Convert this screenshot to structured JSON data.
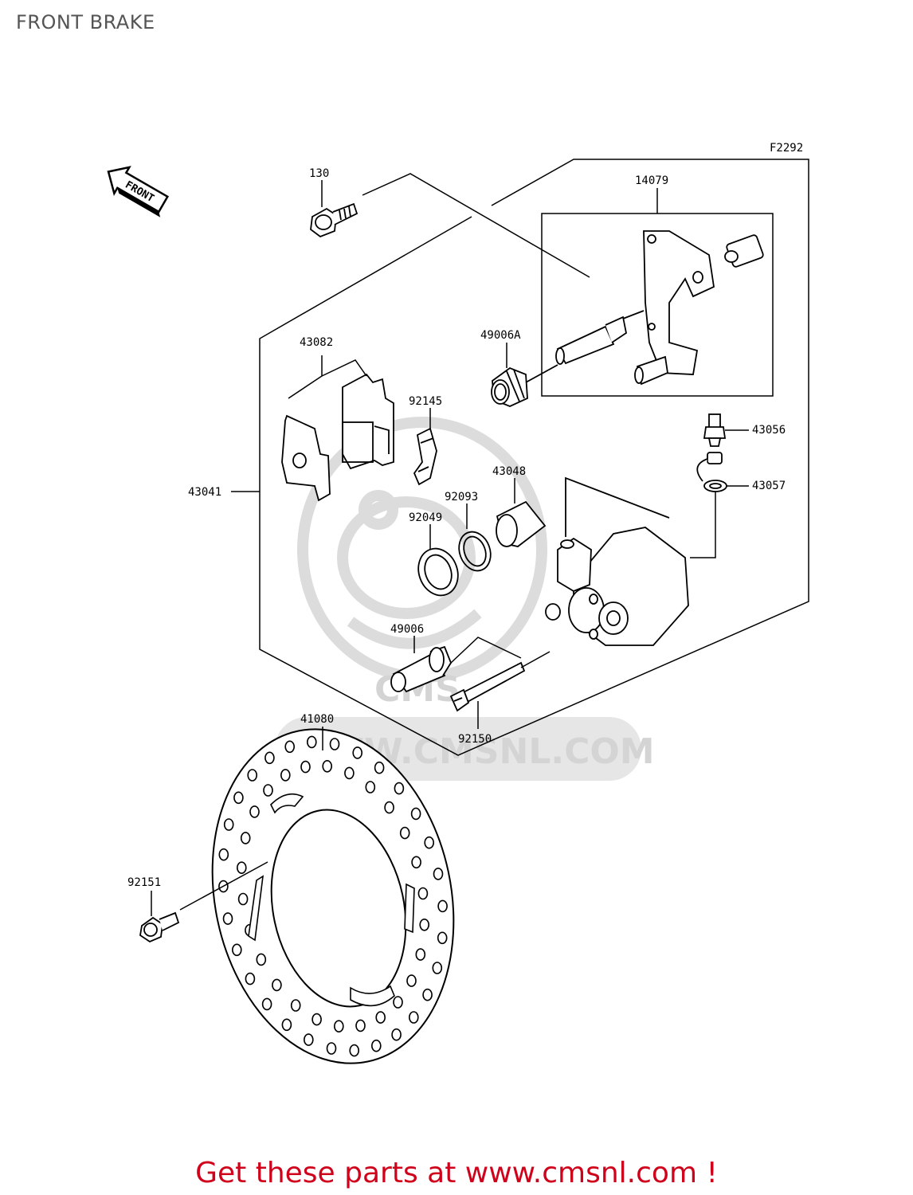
{
  "page": {
    "title": "FRONT BRAKE",
    "figure_code": "F2292",
    "front_arrow_text": "FRONT",
    "footer_link": "Get these parts at www.cmsnl.com !",
    "watermark_text": "WWW.CMSNL.COM",
    "watermark_logo": "CMS",
    "colors": {
      "footer": "#d0021b",
      "line": "#000000",
      "watermark": "#d9d9d9",
      "title": "#555555"
    }
  },
  "parts": {
    "p130": "130",
    "p14079": "14079",
    "p49006A": "49006A",
    "p43082": "43082",
    "p92145": "92145",
    "p43056": "43056",
    "p43057": "43057",
    "p43041": "43041",
    "p43048": "43048",
    "p92093": "92093",
    "p92049": "92049",
    "p49006": "49006",
    "p92150": "92150",
    "p41080": "41080",
    "p92151": "92151"
  }
}
